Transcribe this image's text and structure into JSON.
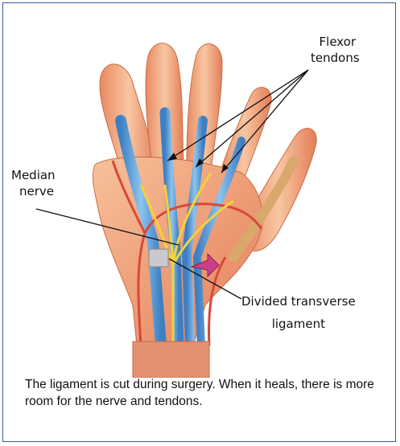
{
  "labels": {
    "flexor_line1": "Flexor",
    "flexor_line2": "tendons",
    "median_line1": "Median",
    "median_line2": "nerve",
    "divided_line1": "Divided transverse",
    "divided_line2": "ligament"
  },
  "caption": "The ligament is cut during surgery. When it heals, there is more room for the nerve and tendons.",
  "colors": {
    "border": "#3a5a9c",
    "skin": "#f0a77e",
    "tendon_blue": "#5aa0dc",
    "nerve_yellow": "#f4d23a",
    "artery_red": "#d8483a"
  }
}
